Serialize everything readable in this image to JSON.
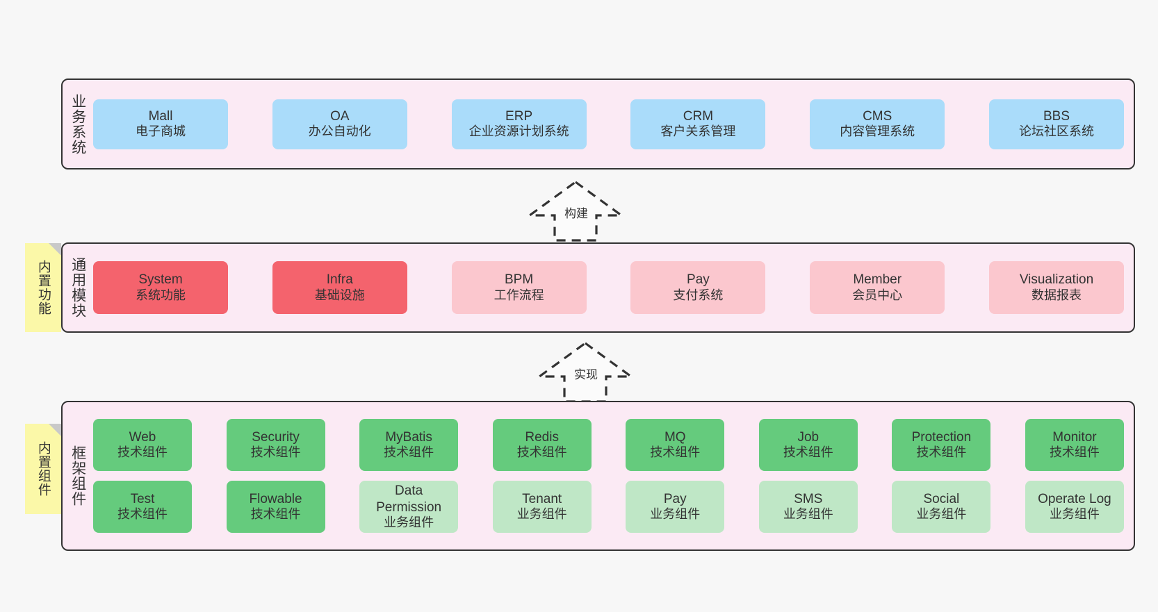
{
  "layers": {
    "business": {
      "caption": "业务系统",
      "cards": [
        {
          "en": "Mall",
          "cn": "电子商城"
        },
        {
          "en": "OA",
          "cn": "办公自动化"
        },
        {
          "en": "ERP",
          "cn": "企业资源计划系统"
        },
        {
          "en": "CRM",
          "cn": "客户关系管理"
        },
        {
          "en": "CMS",
          "cn": "内容管理系统"
        },
        {
          "en": "BBS",
          "cn": "论坛社区系统"
        }
      ]
    },
    "common": {
      "caption": "通用模块",
      "cards": [
        {
          "en": "System",
          "cn": "系统功能"
        },
        {
          "en": "Infra",
          "cn": "基础设施"
        },
        {
          "en": "BPM",
          "cn": "工作流程"
        },
        {
          "en": "Pay",
          "cn": "支付系统"
        },
        {
          "en": "Member",
          "cn": "会员中心"
        },
        {
          "en": "Visualization",
          "cn": "数据报表"
        }
      ]
    },
    "framework": {
      "caption": "框架组件",
      "row1": [
        {
          "en": "Web",
          "cn": "技术组件"
        },
        {
          "en": "Security",
          "cn": "技术组件"
        },
        {
          "en": "MyBatis",
          "cn": "技术组件"
        },
        {
          "en": "Redis",
          "cn": "技术组件"
        },
        {
          "en": "MQ",
          "cn": "技术组件"
        },
        {
          "en": "Job",
          "cn": "技术组件"
        },
        {
          "en": "Protection",
          "cn": "技术组件"
        },
        {
          "en": "Monitor",
          "cn": "技术组件"
        }
      ],
      "row2": [
        {
          "en": "Test",
          "cn": "技术组件"
        },
        {
          "en": "Flowable",
          "cn": "技术组件"
        },
        {
          "en": "Data Permission",
          "cn": "业务组件"
        },
        {
          "en": "Tenant",
          "cn": "业务组件"
        },
        {
          "en": "Pay",
          "cn": "业务组件"
        },
        {
          "en": "SMS",
          "cn": "业务组件"
        },
        {
          "en": "Social",
          "cn": "业务组件"
        },
        {
          "en": "Operate Log",
          "cn": "业务组件"
        }
      ]
    }
  },
  "notes": {
    "builtin_function": "内置功能",
    "builtin_component": "内置组件"
  },
  "arrows": {
    "build": "构建",
    "implement": "实现"
  },
  "colors": {
    "panel_bg": "#fbeaf4",
    "panel_border": "#333333",
    "page_bg": "#f7f7f7",
    "blue": "#aadcfa",
    "red": "#f4636d",
    "pink": "#fbc7ce",
    "green": "#65cb7d",
    "green_light": "#bfe7c6",
    "note_yellow": "#fbf8a8"
  }
}
